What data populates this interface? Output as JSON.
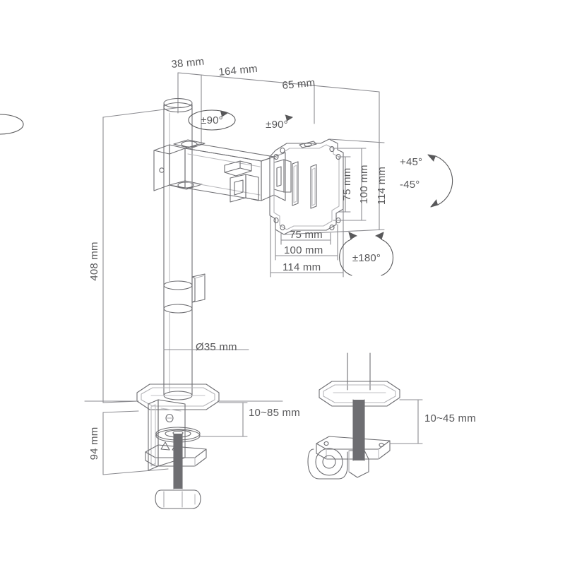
{
  "drawing": {
    "title": "Monitor Desk Mount Technical Specification Drawing",
    "background_color": "#ffffff",
    "line_color": "#6e6e72",
    "text_color": "#58585a",
    "accent_dark": "#4a4a4e"
  },
  "dimensions": {
    "top_offset_38": "38 mm",
    "arm_length_164": "164 mm",
    "head_offset_65": "65 mm",
    "pole_height_408": "408 mm",
    "clamp_drop_94": "94 mm",
    "pole_diameter": "Ø35 mm",
    "vesa_v_75": "75 mm",
    "vesa_v_100": "100 mm",
    "vesa_v_114": "114 mm",
    "vesa_h_75": "75 mm",
    "vesa_h_100": "100 mm",
    "vesa_h_114": "114 mm",
    "clamp_thickness": "10~85 mm",
    "grommet_thickness": "10~45 mm"
  },
  "rotations": {
    "pole_swivel": "±90°",
    "arm_swivel": "±90°",
    "tilt_up": "+45°",
    "tilt_down": "-45°",
    "head_rotation": "±180°"
  },
  "parts": {
    "pole": "vertical-pole",
    "arm": "horizontal-arm",
    "vesa_plate": "vesa-mount-plate",
    "c_clamp": "c-clamp-base",
    "grommet": "grommet-base"
  }
}
